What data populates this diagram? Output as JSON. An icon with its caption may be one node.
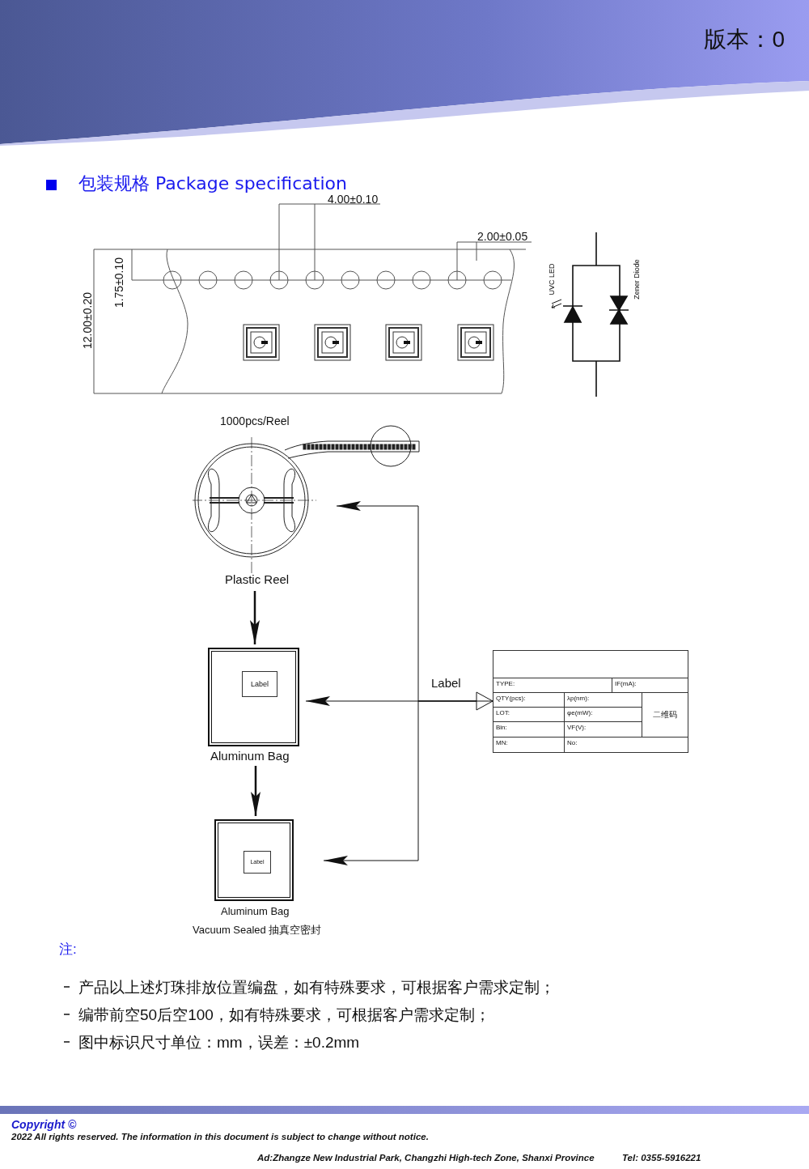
{
  "diagram": {
    "title": "包装规格 Package specification",
    "nodes": [
      {
        "text": [
          "1000pcs/Reel",
          "Plastic Reel"
        ]
      },
      {
        "text": [
          "Aluminum Bag"
        ]
      },
      {
        "text": [
          "Label"
        ],
        "in": 1
      },
      {
        "text": [
          "Aluminum Bag",
          "Vacuum Sealed 抽真空密封"
        ]
      },
      {
        "text": [
          "Label"
        ],
        "in": 3
      },
      {
        "text": [
          "TYPE:",
          "IF(mA):",
          "QTY(pcs):",
          "λp(nm):",
          "LOT:",
          "φe(mW):",
          "二维码",
          "Bin:",
          "VF(V):",
          "MN:",
          "No:"
        ]
      }
    ],
    "edges": [
      {
        "from": 0,
        "to": 1,
        "arrow": "to"
      },
      {
        "from": 1,
        "to": 3,
        "arrow": "to"
      },
      {
        "from": 5,
        "to": 0,
        "arrow": "to"
      },
      {
        "from": 5,
        "to": 1,
        "arrow": "both",
        "label": "Label"
      },
      {
        "from": 5,
        "to": 3,
        "arrow": "to"
      }
    ],
    "labels": [
      "版本：0",
      "4.00±0.10",
      "2.00±0.05",
      "12.00±0.20",
      "1.75±0.10",
      "UVC LED",
      "Zener Diode",
      "注:",
      "产品以上述灯珠排放位置编盘，如有特殊要求，可根据客户需求定制；",
      "编带前空50后空100，如有特殊要求，可根据客户需求定制；",
      "图中标识尺寸单位：mm，误差：±0.2mm",
      "Copyright ©",
      "2022 All rights reserved. The information in this document is subject to change without notice.",
      "Ad:Zhangze New Industrial Park, Changzhi High-tech Zone, Shanxi Province",
      "Tel:  0355-5916221"
    ]
  }
}
